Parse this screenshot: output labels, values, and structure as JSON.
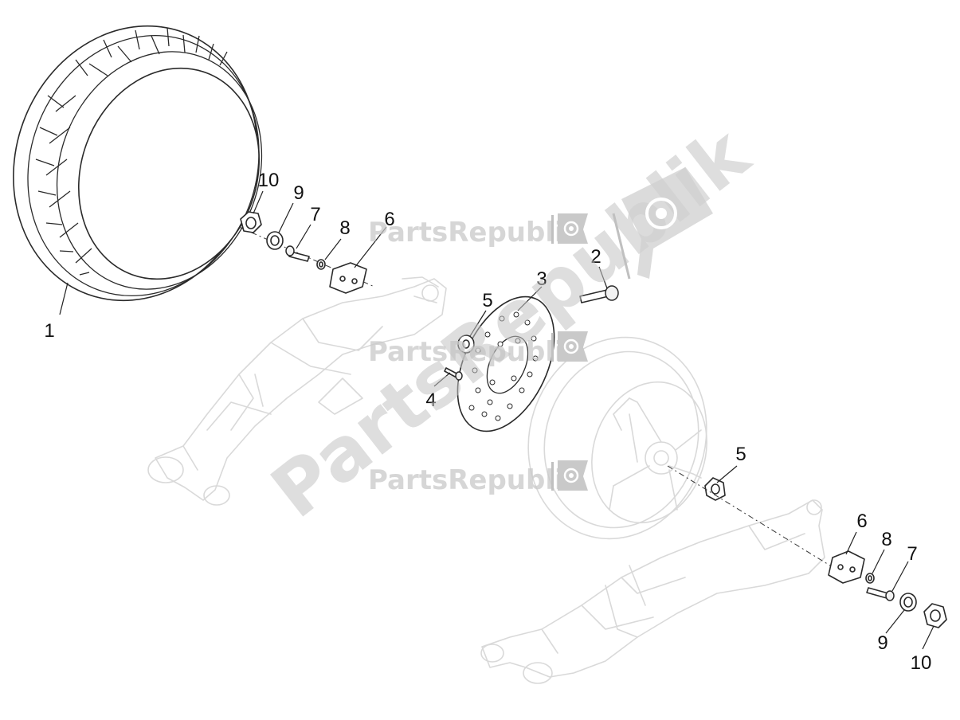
{
  "callouts": {
    "c1": "1",
    "c2": "2",
    "c3": "3",
    "c4": "4",
    "c5a": "5",
    "c5b": "5",
    "c6a": "6",
    "c6b": "6",
    "c7a": "7",
    "c7b": "7",
    "c8a": "8",
    "c8b": "8",
    "c9a": "9",
    "c9b": "9",
    "c10a": "10",
    "c10b": "10"
  },
  "watermark": {
    "brand": "PartsRepublik",
    "brand_small_1": "PartsRepublik",
    "brand_small_2": "PartsRepublik",
    "brand_small_3": "PartsRepublik",
    "icon": "gear-icon",
    "color": "#c8c8c8"
  },
  "colors": {
    "line_art": "#2a2a2a",
    "ghost_parts": "#d9d9d9"
  }
}
